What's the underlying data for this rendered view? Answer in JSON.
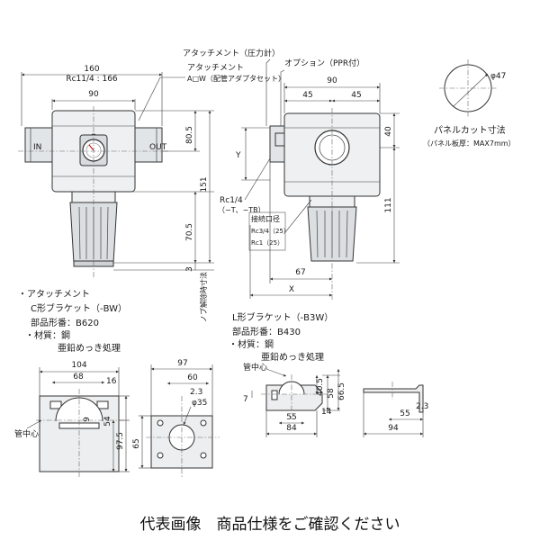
{
  "main_view": {
    "dim_160": "160",
    "dim_rc": "Rc11/4 : 166",
    "dim_90": "90",
    "label_in": "IN",
    "label_out": "OUT",
    "dim_80_5": "80.5",
    "dim_151": "151",
    "dim_70_5": "70.5",
    "dim_3": "3",
    "knob_note": "ノブ解除時寸法",
    "callout_attachment": "アタッチメント",
    "callout_attachment_code": "A□W（配管アダプタセット）",
    "callout_gauge": "アタッチメント（圧力計）"
  },
  "side_view": {
    "callout_option": "オプション（PPR付）",
    "dim_90": "90",
    "dim_45a": "45",
    "dim_45b": "45",
    "dim_40": "40",
    "dim_111": "111",
    "label_y": "Y",
    "port_label": "Rc1/4",
    "port_note": "（−T、−TB）",
    "conn_title": "接続口径",
    "conn_1": "Rc3/4（25）",
    "conn_2": "Rc1（25）",
    "dim_67": "67",
    "label_x": "X"
  },
  "panel_cut": {
    "dia": "φ47",
    "title": "パネルカット寸法",
    "note": "（パネル板厚：MAX7mm）"
  },
  "c_bracket": {
    "heading": "・アタッチメント",
    "name": "C形ブラケット（-BW）",
    "part_label": "部品形番：B620",
    "material_label": "・材質：鋼",
    "finish": "亜鉛めっき処理",
    "dim_104": "104",
    "dim_68": "68",
    "dim_16": "16",
    "dim_9": "9",
    "dim_54": "54",
    "dim_97_5": "97.5",
    "pipe_center": "管中心",
    "dim_97": "97",
    "dim_60": "60",
    "dim_2_3": "2.3",
    "dim_35": "φ35",
    "dim_65": "65"
  },
  "l_bracket": {
    "name": "L形ブラケット（-B3W）",
    "part_label": "部品形番：B430",
    "material_label": "・材質：鋼",
    "finish": "亜鉛めっき処理",
    "pipe_center": "管中心",
    "dim_40_5": "40.5",
    "dim_58": "58",
    "dim_66_5": "66.5",
    "dim_7": "7",
    "dim_14": "14",
    "dim_55": "55",
    "dim_84": "84",
    "dim_2_3": "2.3",
    "dim_55b": "55",
    "dim_94": "94"
  },
  "caption": "代表画像　商品仕様をご確認ください"
}
